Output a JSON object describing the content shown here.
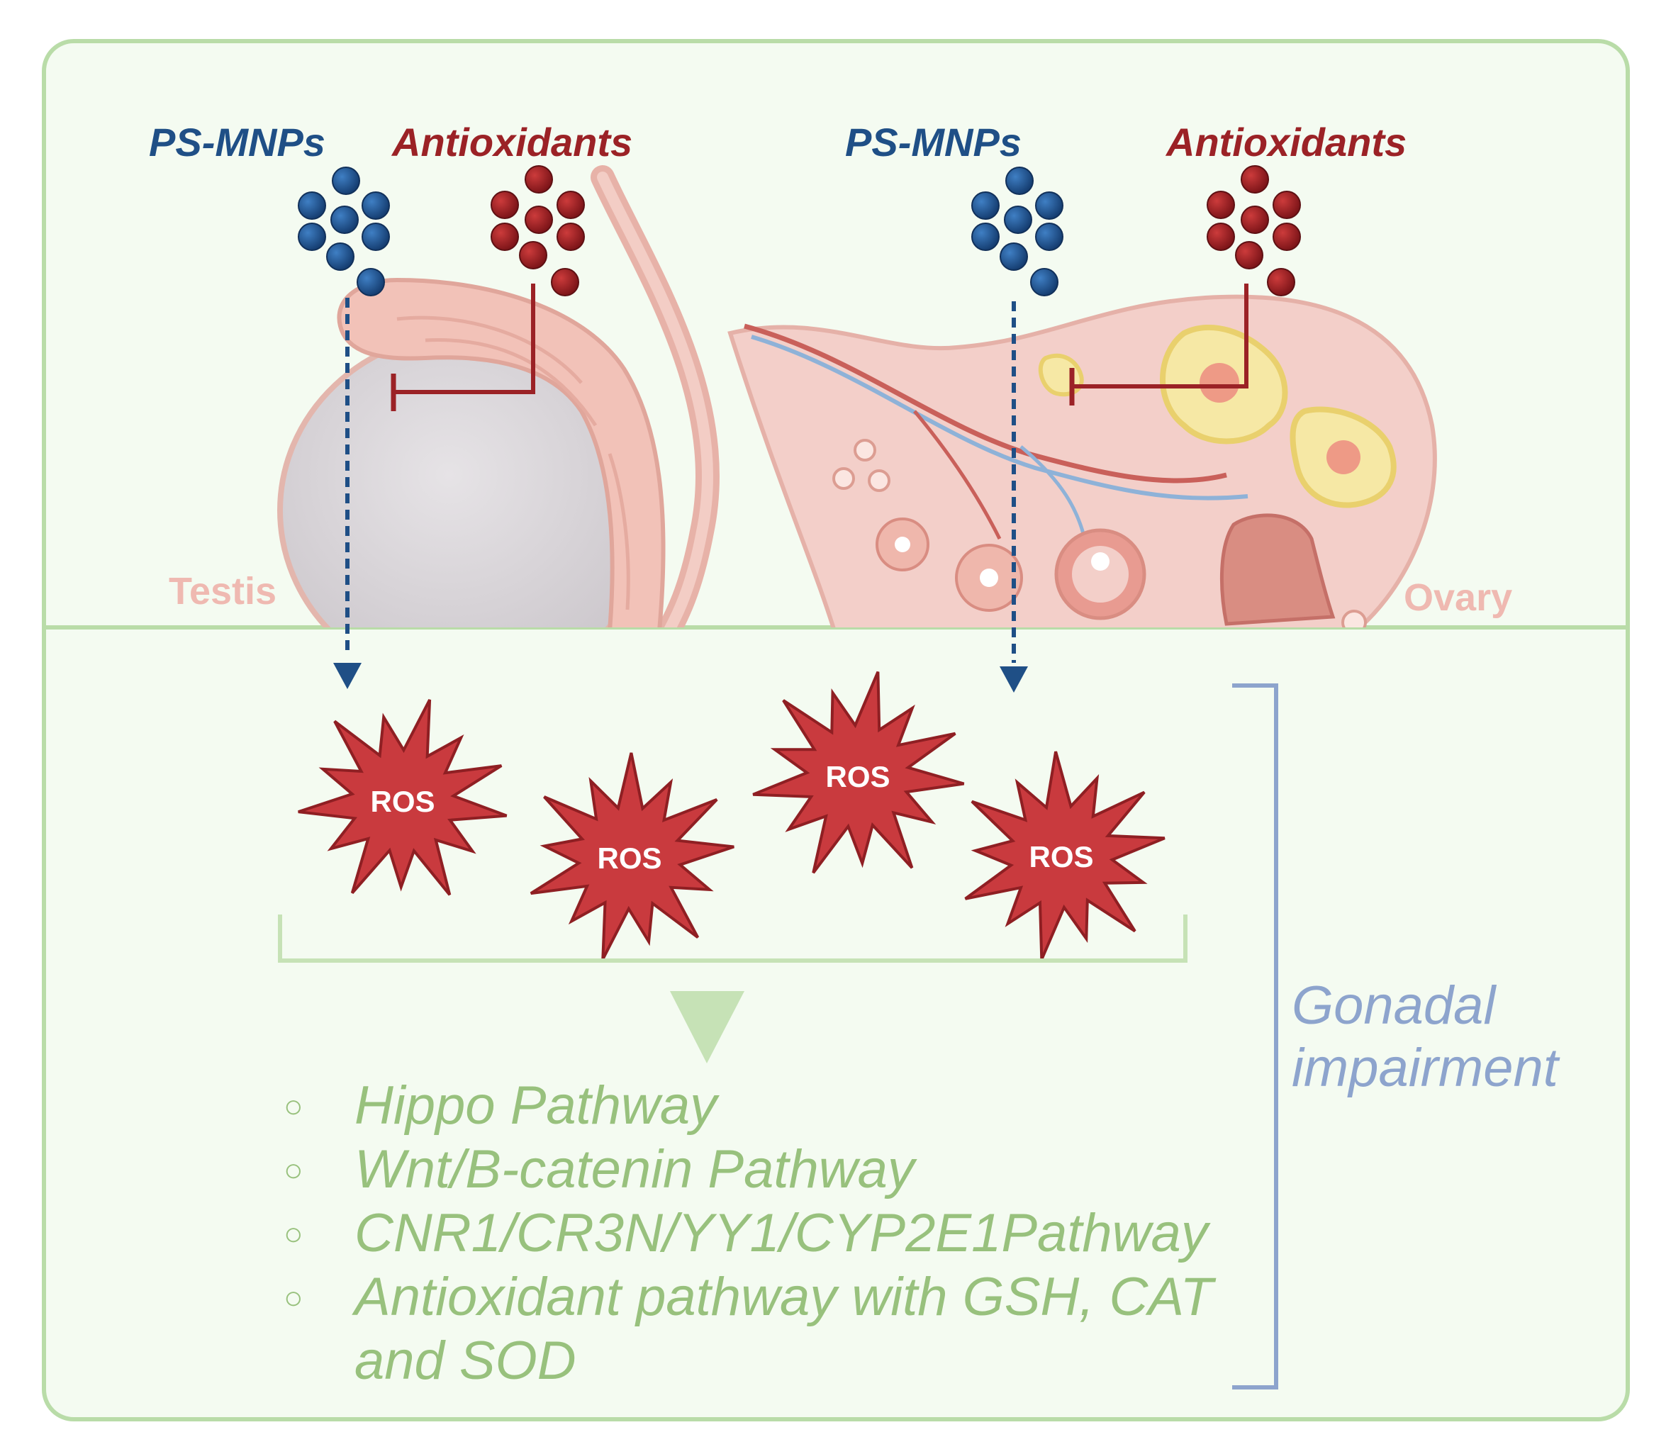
{
  "top_panel": {
    "testis": {
      "label": "Testis",
      "ps_mnps_label": "PS-MNPs",
      "antioxidants_label": "Antioxidants"
    },
    "ovary": {
      "label": "Ovary",
      "ps_mnps_label": "PS-MNPs",
      "antioxidants_label": "Antioxidants"
    }
  },
  "ros_bursts": [
    "ROS",
    "ROS",
    "ROS",
    "ROS"
  ],
  "pathways": [
    "Hippo Pathway",
    "Wnt/B-catenin Pathway",
    "CNR1/CR3N/YY1/CYP2E1Pathway",
    "Antioxidant pathway with GSH, CAT",
    "and SOD"
  ],
  "outcome": {
    "line1": "Gonadal",
    "line2": "impairment"
  },
  "colors": {
    "panel_bg": "#f4fbf1",
    "panel_border": "#b9dca8",
    "ps_mnps": "#1f4f86",
    "antioxidants": "#9b2226",
    "ros_fill": "#c93a3e",
    "pathway_text": "#98c17d",
    "outcome_text": "#8da4cd"
  }
}
